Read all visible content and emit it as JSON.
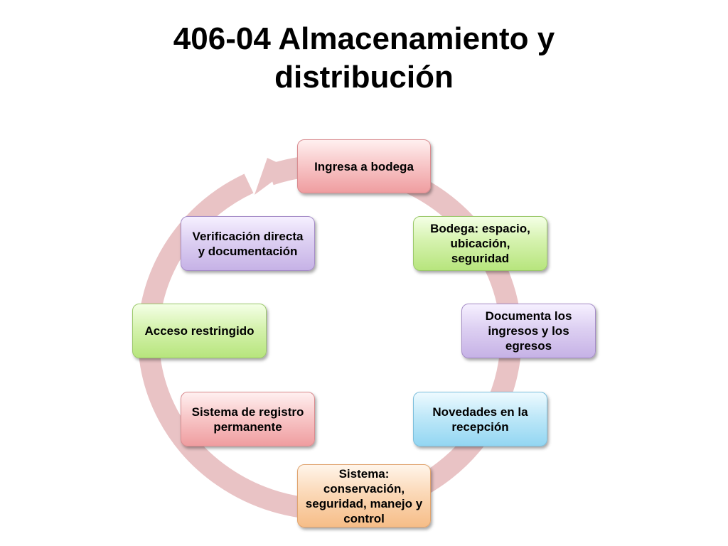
{
  "title": "406-04 Almacenamiento y distribución",
  "cycle": {
    "steps": [
      {
        "label": "Ingresa a bodega",
        "color": "#f4b2b4"
      },
      {
        "label": "Bodega: espacio, ubicación, seguridad",
        "color": "#c8eb96"
      },
      {
        "label": "Documenta los ingresos y los egresos",
        "color": "#d2c2ec"
      },
      {
        "label": "Novedades en la recepción",
        "color": "#a9dff4"
      },
      {
        "label": "Sistema: conservación, seguridad, manejo y control",
        "color": "#f9cba1"
      },
      {
        "label": "Sistema de registro permanente",
        "color": "#f4b2b4"
      },
      {
        "label": "Acceso restringido",
        "color": "#c8eb96"
      },
      {
        "label": "Verificación directa y documentación",
        "color": "#d2c2ec"
      }
    ],
    "ring_color": "#e9c3c5"
  }
}
